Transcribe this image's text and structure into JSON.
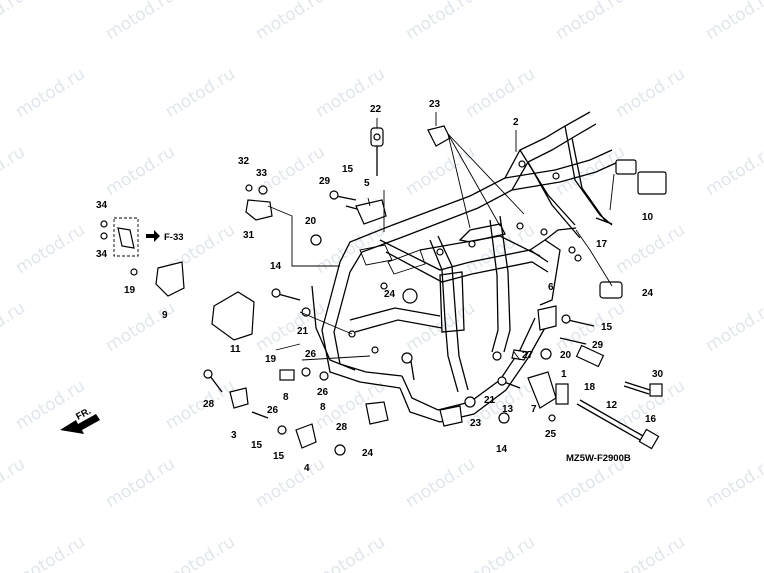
{
  "watermark": "motod.ru",
  "diagram_code": "MZ5W-F2900B",
  "ref_note": "F-33",
  "direction_label": "FR.",
  "callouts": [
    "1",
    "2",
    "3",
    "4",
    "5",
    "6",
    "7",
    "8",
    "9",
    "10",
    "11",
    "12",
    "13",
    "14",
    "15",
    "16",
    "17",
    "18",
    "19",
    "20",
    "21",
    "22",
    "23",
    "24",
    "25",
    "26",
    "27",
    "28",
    "29",
    "30",
    "31",
    "32",
    "33",
    "34"
  ]
}
